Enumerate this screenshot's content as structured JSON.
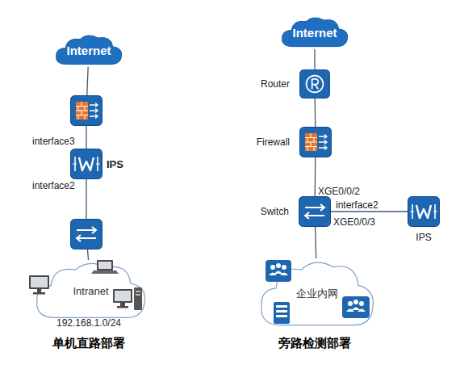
{
  "diagram": {
    "nodes": [
      {
        "text": [
          "Internet"
        ]
      },
      {
        "text": []
      },
      {
        "text": [
          "IPS"
        ]
      },
      {
        "text": []
      },
      {
        "text": [
          "Intranet"
        ]
      },
      {
        "text": [
          "Internet"
        ]
      },
      {
        "text": [
          "Router"
        ]
      },
      {
        "text": [
          "Firewall"
        ]
      },
      {
        "text": [
          "Switch"
        ]
      },
      {
        "text": [
          "IPS"
        ]
      },
      {
        "text": [
          "企业内网"
        ]
      }
    ],
    "edges": [
      {
        "from": 0,
        "to": 1,
        "arrow": "none"
      },
      {
        "from": 1,
        "to": 2,
        "arrow": "none"
      },
      {
        "from": 2,
        "to": 3,
        "arrow": "none"
      },
      {
        "from": 3,
        "to": 4,
        "arrow": "none"
      },
      {
        "from": 5,
        "to": 6,
        "arrow": "none"
      },
      {
        "from": 6,
        "to": 7,
        "arrow": "none"
      },
      {
        "from": 7,
        "to": 8,
        "arrow": "none"
      },
      {
        "from": 8,
        "to": 9,
        "arrow": "none"
      },
      {
        "from": 8,
        "to": 10,
        "arrow": "none"
      }
    ],
    "labels": [
      "interface3",
      "interface2",
      "192.168.1.0/24",
      "单机直路部署",
      "XGE0/0/2",
      "interface2",
      "XGE0/0/3",
      "旁路检测部署"
    ]
  }
}
